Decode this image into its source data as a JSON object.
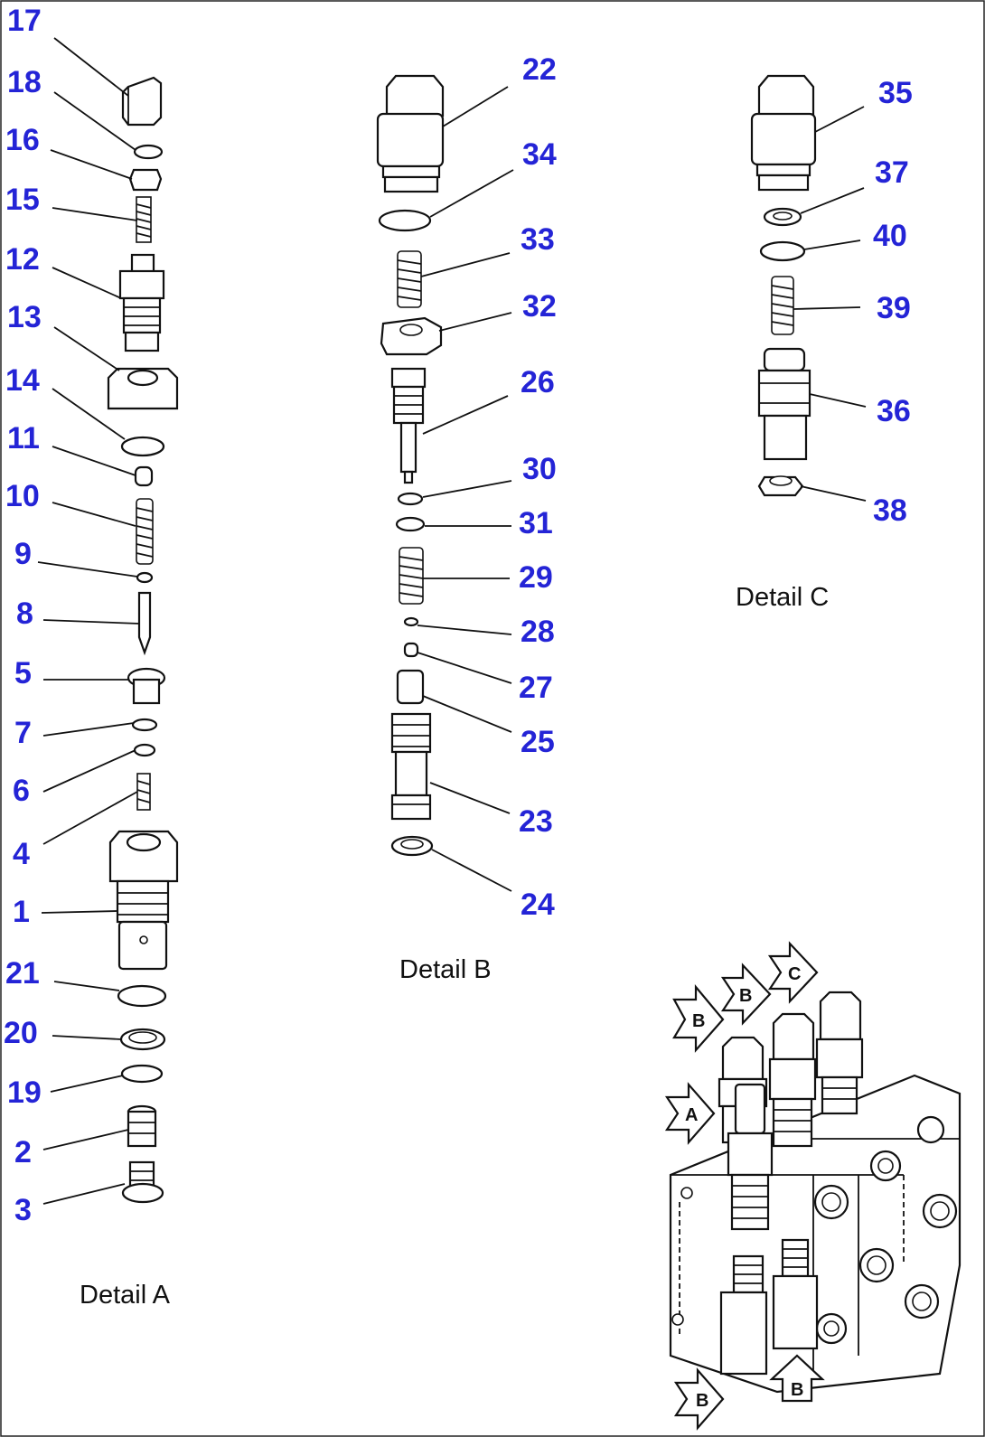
{
  "details": [
    {
      "id": "A",
      "caption": "Detail A"
    },
    {
      "id": "B",
      "caption": "Detail B"
    },
    {
      "id": "C",
      "caption": "Detail C"
    }
  ],
  "callouts": {
    "A": [
      "17",
      "18",
      "16",
      "15",
      "12",
      "13",
      "14",
      "11",
      "10",
      "9",
      "8",
      "5",
      "7",
      "6",
      "4",
      "1",
      "21",
      "20",
      "19",
      "2",
      "3"
    ],
    "B": [
      "22",
      "34",
      "33",
      "32",
      "26",
      "30",
      "31",
      "29",
      "28",
      "27",
      "25",
      "23",
      "24"
    ],
    "C": [
      "35",
      "37",
      "40",
      "39",
      "36",
      "38"
    ]
  },
  "view_arrows": [
    "B",
    "B",
    "C",
    "A",
    "B",
    "B"
  ]
}
